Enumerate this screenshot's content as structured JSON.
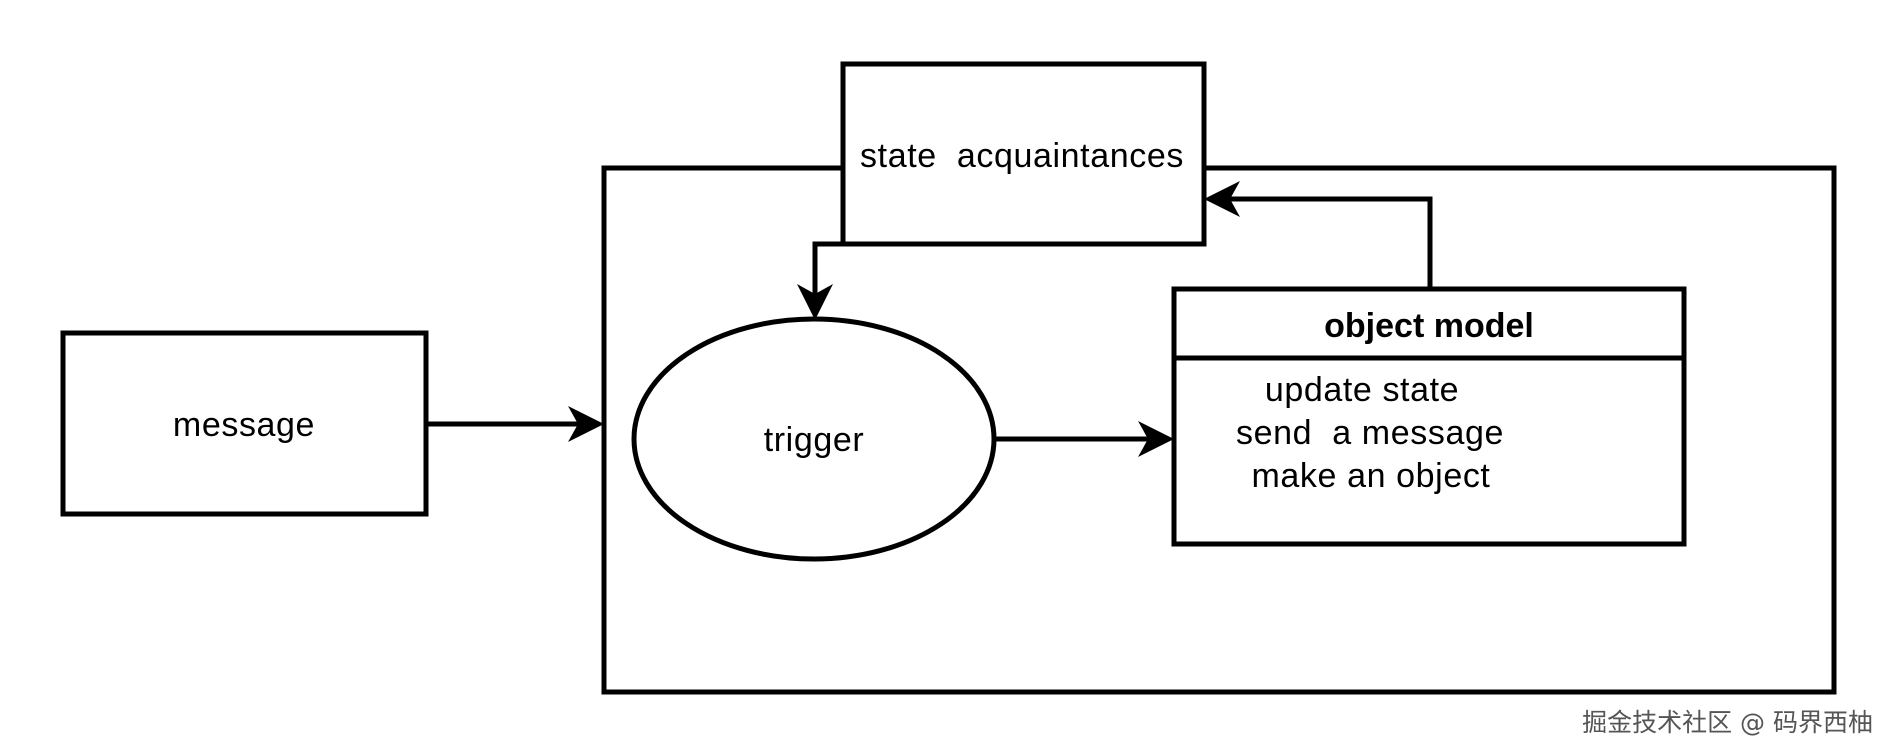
{
  "nodes": {
    "message": {
      "label": "message"
    },
    "state": {
      "label": "state  acquaintances"
    },
    "trigger": {
      "label": "trigger"
    },
    "object_model": {
      "title": "object model",
      "lines": [
        "update state",
        "send  a message",
        "make an object"
      ]
    }
  },
  "edges": [
    {
      "from": "message",
      "to": "container"
    },
    {
      "from": "state",
      "to": "trigger"
    },
    {
      "from": "trigger",
      "to": "object_model"
    },
    {
      "from": "object_model",
      "to": "state"
    }
  ],
  "watermark": "掘金技术社区 @ 码界西柚"
}
